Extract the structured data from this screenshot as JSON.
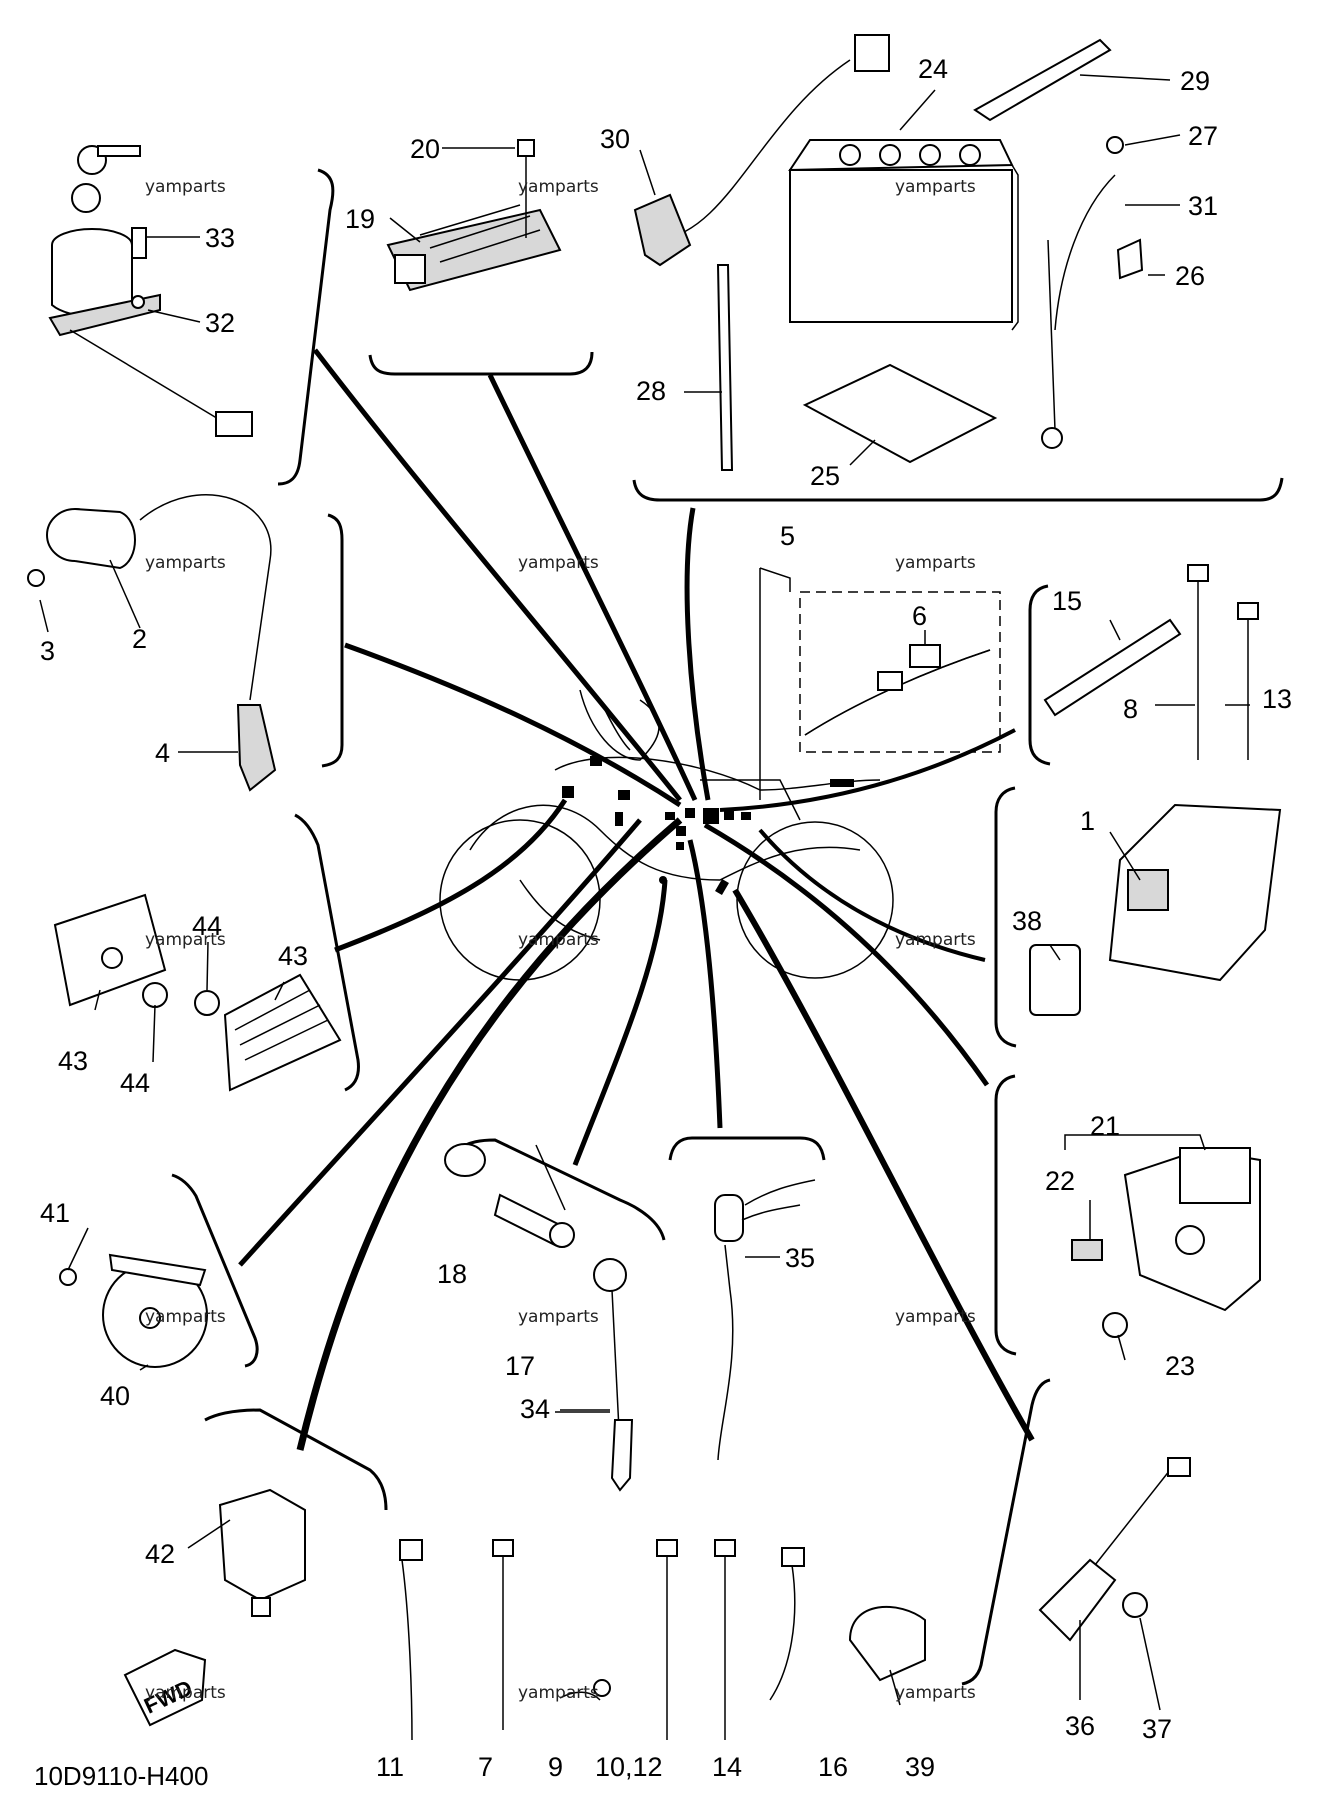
{
  "diagram_code": "10D9110-H400",
  "watermark": "yamparts",
  "fwd_label": "FWD",
  "callouts": {
    "c1": "1",
    "c2": "2",
    "c3": "3",
    "c4": "4",
    "c5": "5",
    "c6": "6",
    "c7": "7",
    "c8": "8",
    "c9": "9",
    "c10_12": "10,12",
    "c11": "11",
    "c13": "13",
    "c14": "14",
    "c15": "15",
    "c16": "16",
    "c17": "17",
    "c18": "18",
    "c19": "19",
    "c20": "20",
    "c21": "21",
    "c22": "22",
    "c23": "23",
    "c24": "24",
    "c25": "25",
    "c26": "26",
    "c27": "27",
    "c28": "28",
    "c29": "29",
    "c30": "30",
    "c31": "31",
    "c32": "32",
    "c33": "33",
    "c34": "34",
    "c35": "35",
    "c36": "36",
    "c37": "37",
    "c38": "38",
    "c39": "39",
    "c40": "40",
    "c41": "41",
    "c42": "42",
    "c43a": "43",
    "c43b": "43",
    "c44a": "44",
    "c44b": "44"
  }
}
